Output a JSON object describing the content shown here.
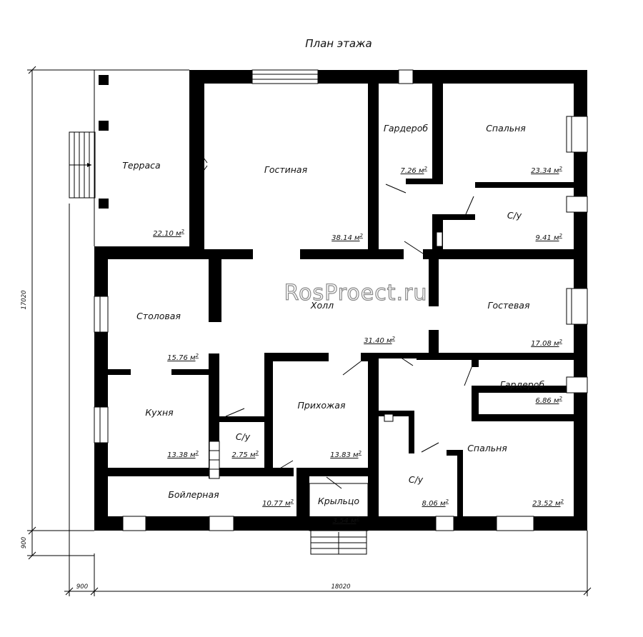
{
  "title": "План этажа",
  "watermark": "RosProect.ru",
  "rooms": [
    {
      "id": "terrace",
      "name": "Терраса",
      "area": "22.10"
    },
    {
      "id": "living",
      "name": "Гостиная",
      "area": "38.14"
    },
    {
      "id": "wardrobe1",
      "name": "Гардероб",
      "area": "7.26"
    },
    {
      "id": "bedroom1",
      "name": "Спальня",
      "area": "23.34"
    },
    {
      "id": "bath1",
      "name": "С/у",
      "area": "9.41"
    },
    {
      "id": "dining",
      "name": "Столовая",
      "area": "15.76"
    },
    {
      "id": "hall",
      "name": "Холл",
      "area": "31.40"
    },
    {
      "id": "guest",
      "name": "Гостевая",
      "area": "17.08"
    },
    {
      "id": "wardrobe2",
      "name": "Гардероб",
      "area": "6.86"
    },
    {
      "id": "kitchen",
      "name": "Кухня",
      "area": "13.38"
    },
    {
      "id": "bath2",
      "name": "С/у",
      "area": "2.75"
    },
    {
      "id": "entry",
      "name": "Прихожая",
      "area": "13.83"
    },
    {
      "id": "bath3",
      "name": "С/у",
      "area": "8.06"
    },
    {
      "id": "bedroom2",
      "name": "Спальня",
      "area": "23.52"
    },
    {
      "id": "boiler",
      "name": "Бойлерная",
      "area": "10.77"
    },
    {
      "id": "porch",
      "name": "Крыльцо",
      "area": "3.54"
    }
  ],
  "area_unit": "м",
  "area_unit_sup": "2",
  "dimensions": {
    "left_height": "17020",
    "left_offset": "900",
    "bottom_width": "18020",
    "bottom_offset": "900"
  }
}
